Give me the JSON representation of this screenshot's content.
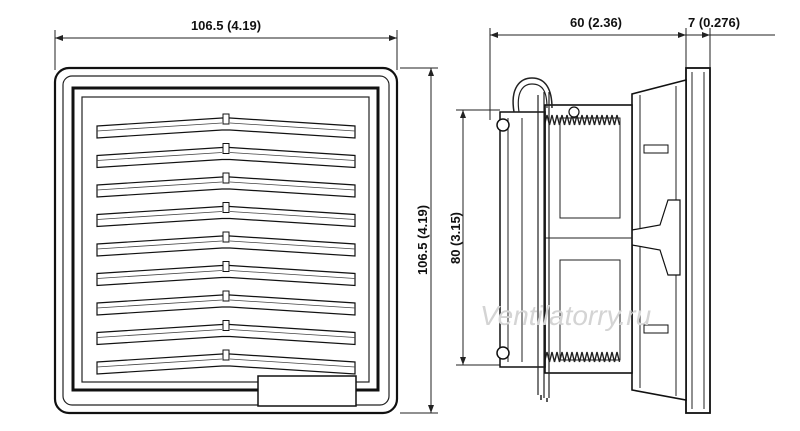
{
  "front_view": {
    "width_label": "106.5 (4.19)",
    "height_label": "106.5 (4.19)",
    "louver_count": 9
  },
  "side_view": {
    "depth_label": "60 (2.36)",
    "flange_label": "7 (0.276)",
    "fan_label": "80 (3.15)"
  },
  "watermark": "Ventilatorry.ru"
}
